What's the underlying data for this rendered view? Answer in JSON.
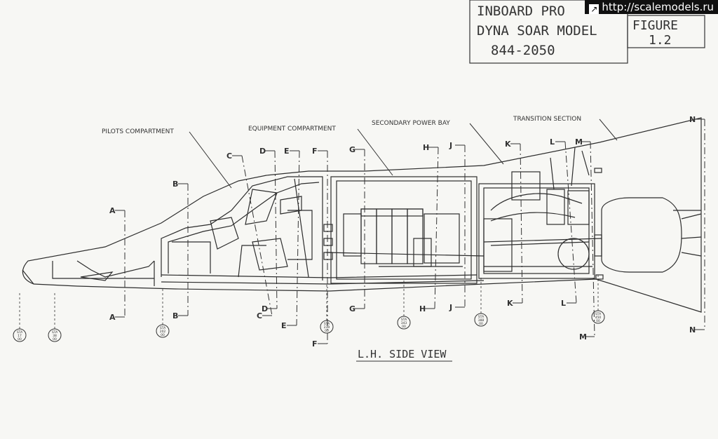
{
  "title_block": {
    "line1": "INBOARD PRO",
    "line2": "DYNA SOAR MODEL",
    "line3": "844-2050",
    "figure_label": "FIGURE",
    "figure_number": "1.2"
  },
  "watermark": {
    "icon": "external-link-icon",
    "text": "http://scalemodels.ru"
  },
  "callouts": {
    "pilots_compartment": "PILOTS COMPARTMENT",
    "equipment_compartment": "EQUIPMENT COMPARTMENT",
    "secondary_power_bay": "SECONDARY POWER BAY",
    "transition_section": "TRANSITION SECTION"
  },
  "section_cuts": [
    "A",
    "B",
    "C",
    "D",
    "E",
    "F",
    "G",
    "H",
    "J",
    "K",
    "L",
    "M",
    "N"
  ],
  "station_labels": [
    [
      "STA",
      "17",
      "00"
    ],
    [
      "STA",
      "38",
      "00"
    ],
    [
      "STA",
      "202",
      "00"
    ],
    [
      "STA",
      "239",
      "00"
    ],
    [
      "STA",
      "343",
      "00"
    ],
    [
      "STA",
      "388",
      "00"
    ],
    [
      "STA",
      "450",
      "00"
    ]
  ],
  "view_title": "L.H. SIDE VIEW",
  "colors": {
    "ink": "#2a2a2a",
    "paper": "#f7f7f4",
    "watermark_bg": "#101010"
  }
}
